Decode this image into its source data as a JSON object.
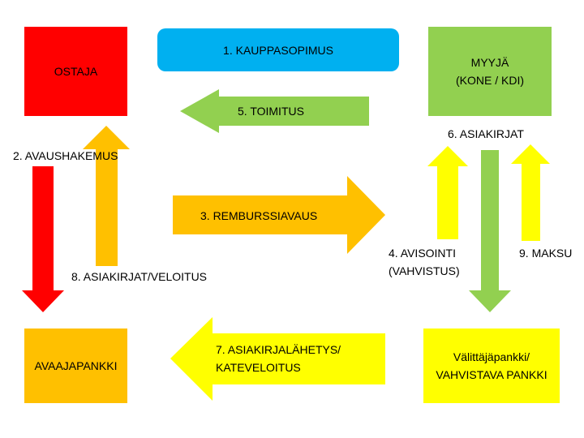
{
  "colors": {
    "buyer": "#ff0000",
    "seller": "#92d050",
    "agreement": "#00b0f0",
    "delivery": "#92d050",
    "opening_bank": "#ffc000",
    "advising_bank": "#ffff00",
    "red_arrow": "#ff0000",
    "orange_arrow": "#ffc000",
    "yellow_arrow": "#ffff00",
    "green_arrow": "#92d050"
  },
  "nodes": {
    "buyer": "OSTAJA",
    "seller_line1": "MYYJÄ",
    "seller_line2": "(KONE / KDI)",
    "opening_bank": "AVAAJAPANKKI",
    "advising_bank_line1": "Välittäjäpankki/",
    "advising_bank_line2": "VAHVISTAVA PANKKI"
  },
  "steps": {
    "s1": "1. KAUPPASOPIMUS",
    "s2": "2. AVAUSHAKEMUS",
    "s3": "3. REMBURSSIAVAUS",
    "s4_line1": "4. AVISOINTI",
    "s4_line2": "(VAHVISTUS)",
    "s5": "5. TOIMITUS",
    "s6": "6. ASIAKIRJAT",
    "s7_line1": "7. ASIAKIRJALÄHETYS/",
    "s7_line2": "KATEVELOITUS",
    "s8": "8. ASIAKIRJAT/VELOITUS",
    "s9": "9. MAKSU"
  }
}
